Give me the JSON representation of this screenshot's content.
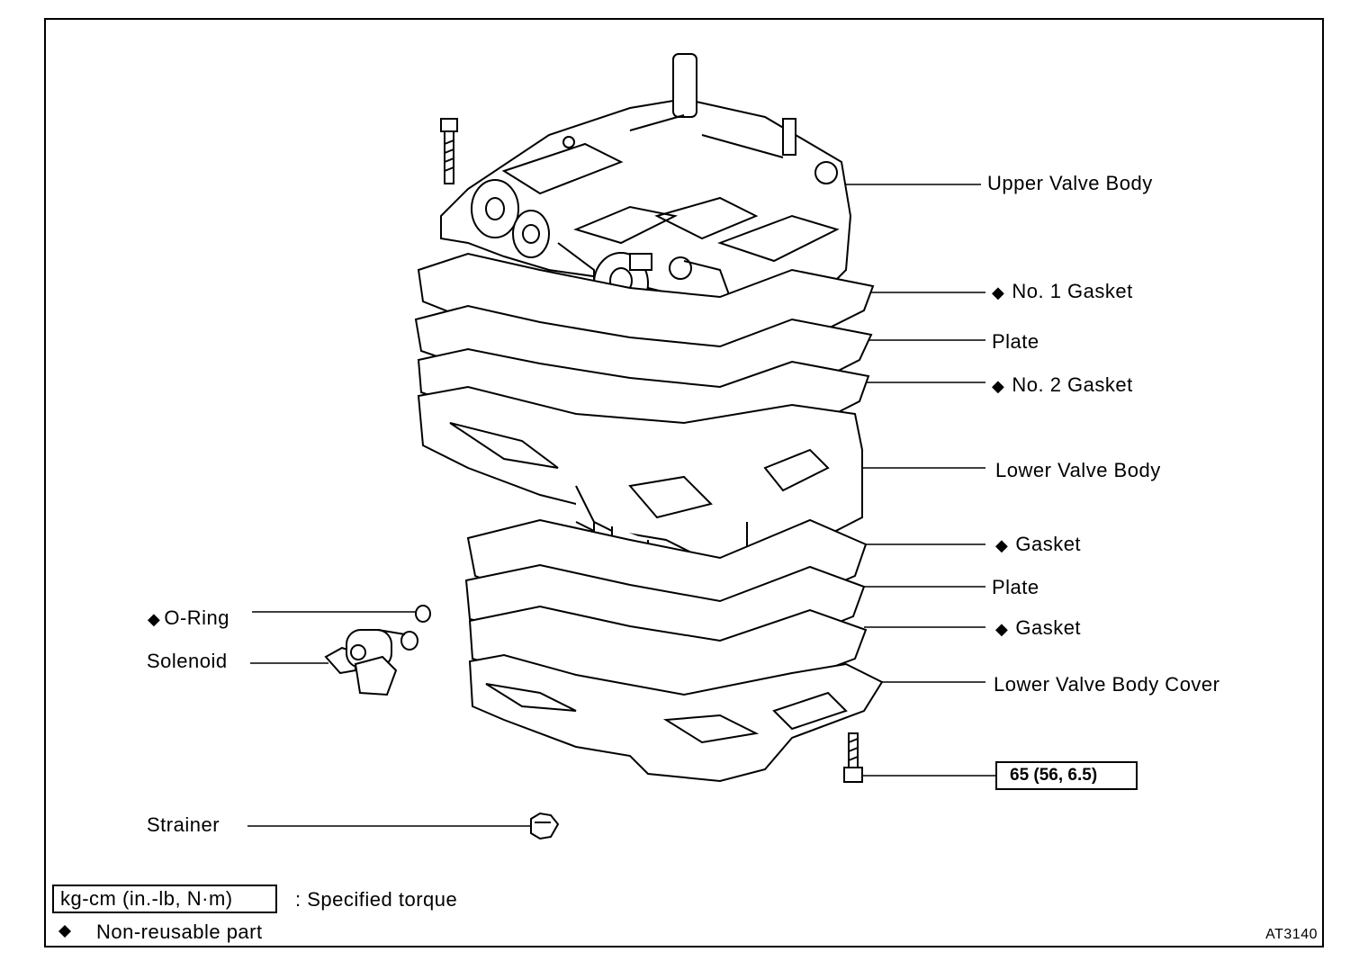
{
  "labels": {
    "upper_valve_body": "Upper Valve Body",
    "no1_gasket": "No. 1 Gasket",
    "plate_1": "Plate",
    "no2_gasket": "No. 2 Gasket",
    "lower_valve_body": "Lower Valve Body",
    "gasket_1": "Gasket",
    "plate_2": "Plate",
    "gasket_2": "Gasket",
    "lower_valve_body_cover": "Lower Valve Body Cover",
    "o_ring": "O-Ring",
    "solenoid": "Solenoid",
    "strainer": "Strainer"
  },
  "diamond_symbol": "◆",
  "torque_value": "65 (56, 6.5)",
  "legend": {
    "torque_unit": "kg-cm (in.-lb, N·m)",
    "torque_text": ": Specified torque",
    "nonreusable_text": "Non-reusable part"
  },
  "figure_code": "AT3140"
}
